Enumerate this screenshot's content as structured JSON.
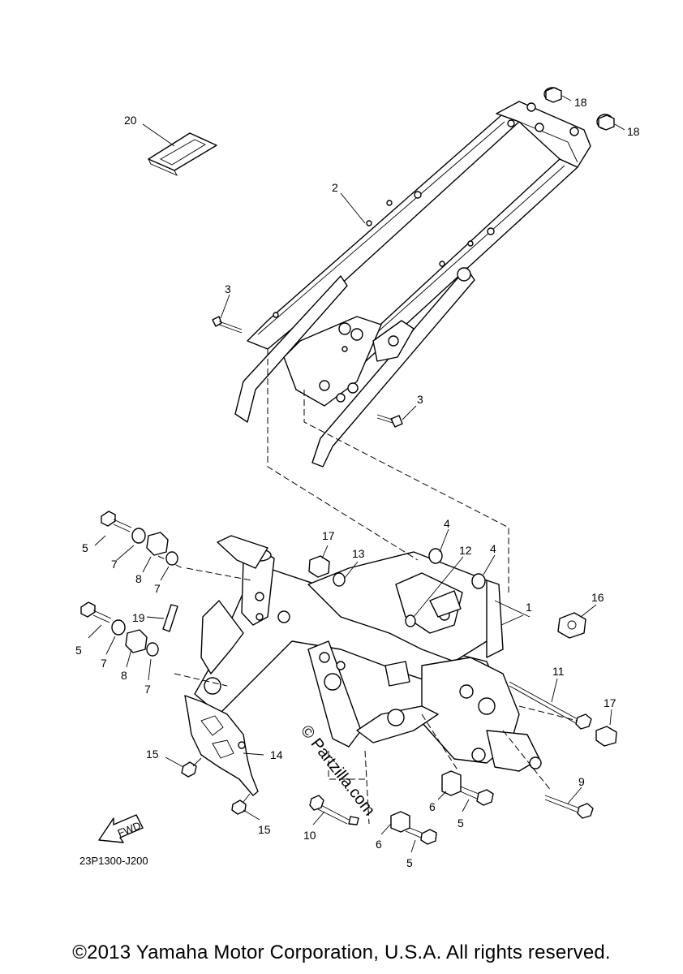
{
  "callouts": [
    "20",
    "18",
    "18",
    "2",
    "3",
    "3",
    "5",
    "7",
    "8",
    "7",
    "17",
    "13",
    "4",
    "12",
    "4",
    "1",
    "16",
    "19",
    "5",
    "7",
    "8",
    "7",
    "11",
    "17",
    "15",
    "14",
    "9",
    "6",
    "5",
    "10",
    "6",
    "5",
    "15"
  ],
  "diagram_code": "23P1300-J200",
  "fwd_label": "FWD",
  "watermark": "© Partzilla.com",
  "copyright": "©2013 Yamaha Motor Corporation, U.S.A. All rights reserved."
}
